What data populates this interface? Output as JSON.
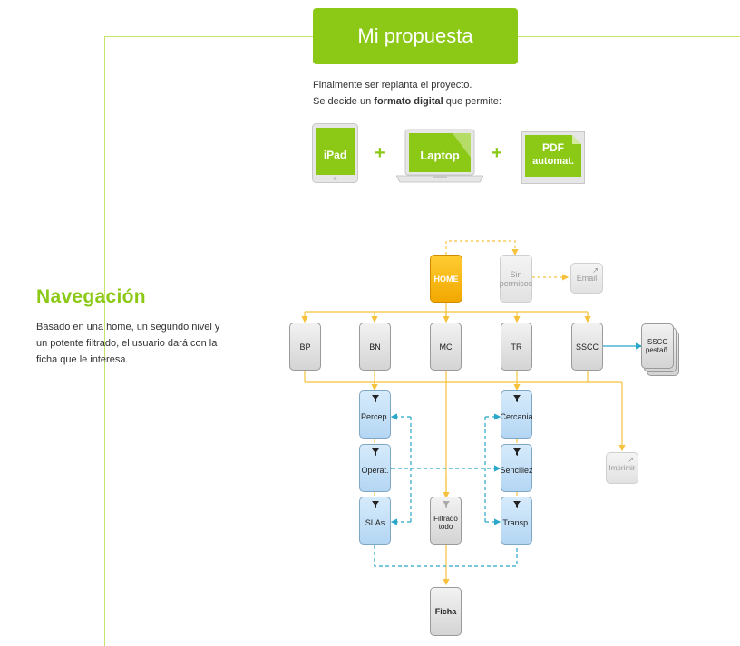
{
  "header": {
    "title": "Mi propuesta"
  },
  "intro": {
    "line1": "Finalmente ser replanta el proyecto.",
    "line2_before": "Se decide un ",
    "line2_bold": "formato digital",
    "line2_after": " que permite:"
  },
  "devices": [
    {
      "name": "iPad"
    },
    {
      "name": "Laptop"
    },
    {
      "name": "PDF",
      "sub": "automat."
    }
  ],
  "plus_symbol": "+",
  "section": {
    "title": "Navegación",
    "text": "Basado en una home, un segundo nivel y un potente filtrado, el usuario dará con la ficha que le interesa."
  },
  "diagram": {
    "home": "HOME",
    "sin_permisos": "Sin permisos",
    "email": "Email",
    "level2": [
      "BP",
      "BN",
      "MC",
      "TR",
      "SSCC"
    ],
    "sscc_tabs": "SSCC pestañ.",
    "filters_left": [
      "Percep.",
      "Operat.",
      "SLAs"
    ],
    "filters_right": [
      "Cercania",
      "Sencillez",
      "Transp."
    ],
    "filtrado_todo": "Filtrado todo",
    "imprimir": "Imprimir",
    "ficha": "Ficha"
  },
  "colors": {
    "accent_green": "#8cc916",
    "frame_green": "#c7e46a",
    "orange_line": "#f6c23e",
    "blue_line": "#2aa7c9",
    "home_orange": "#f2a800"
  }
}
